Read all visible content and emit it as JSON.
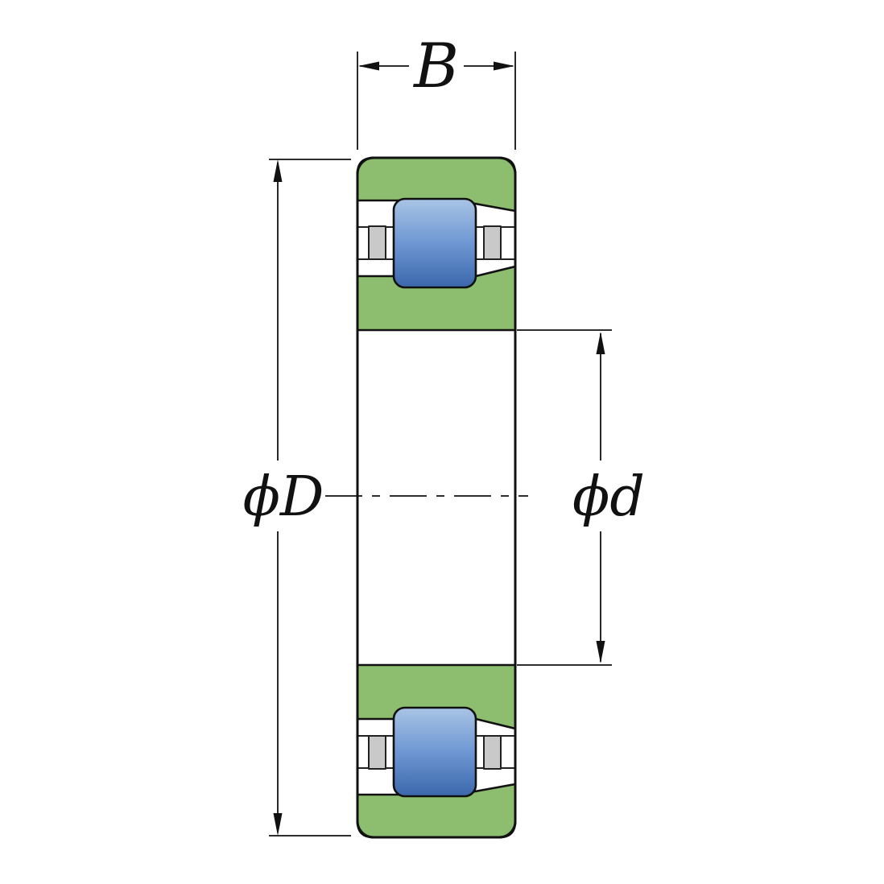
{
  "diagram": {
    "labels": {
      "width": "B",
      "outer_diameter": "ϕD",
      "inner_diameter": "ϕd"
    },
    "colors": {
      "background": "#ffffff",
      "ring": "#8dbd6f",
      "roller_light": "#a9c4e6",
      "roller_mid": "#6e97d2",
      "roller_dark": "#3b67ab",
      "cage": "#c9c9c9",
      "line": "#111111"
    }
  }
}
